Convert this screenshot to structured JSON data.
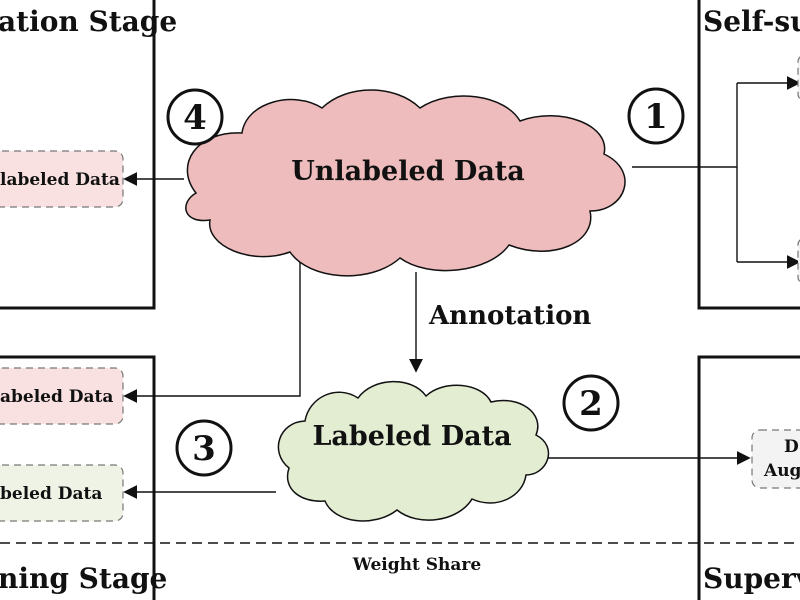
{
  "stages": {
    "top_left_title": "ation Stage",
    "bottom_left_title": "ning Stage",
    "top_right_title": "Self-su",
    "bottom_right_title": "Superv"
  },
  "clouds": {
    "unlabeled": "Unlabeled Data",
    "labeled": "Labeled Data"
  },
  "boxes": {
    "top_left": "labeled Data",
    "middle_left": "abeled Data",
    "bottom_left": "beled Data",
    "right_line_1": "D",
    "right_line_2": "Aug"
  },
  "labels": {
    "annotation": "Annotation",
    "weight_share": "Weight Share"
  },
  "numbers": {
    "one": "1",
    "two": "2",
    "three": "3",
    "four": "4"
  },
  "colors": {
    "unlabeled_cloud": "#efbcbd",
    "labeled_cloud": "#e2edd2",
    "pink_box": "#f9e1e1",
    "green_box": "#eef3e5",
    "gray_box": "#f3f3f3",
    "border": "#111111"
  }
}
